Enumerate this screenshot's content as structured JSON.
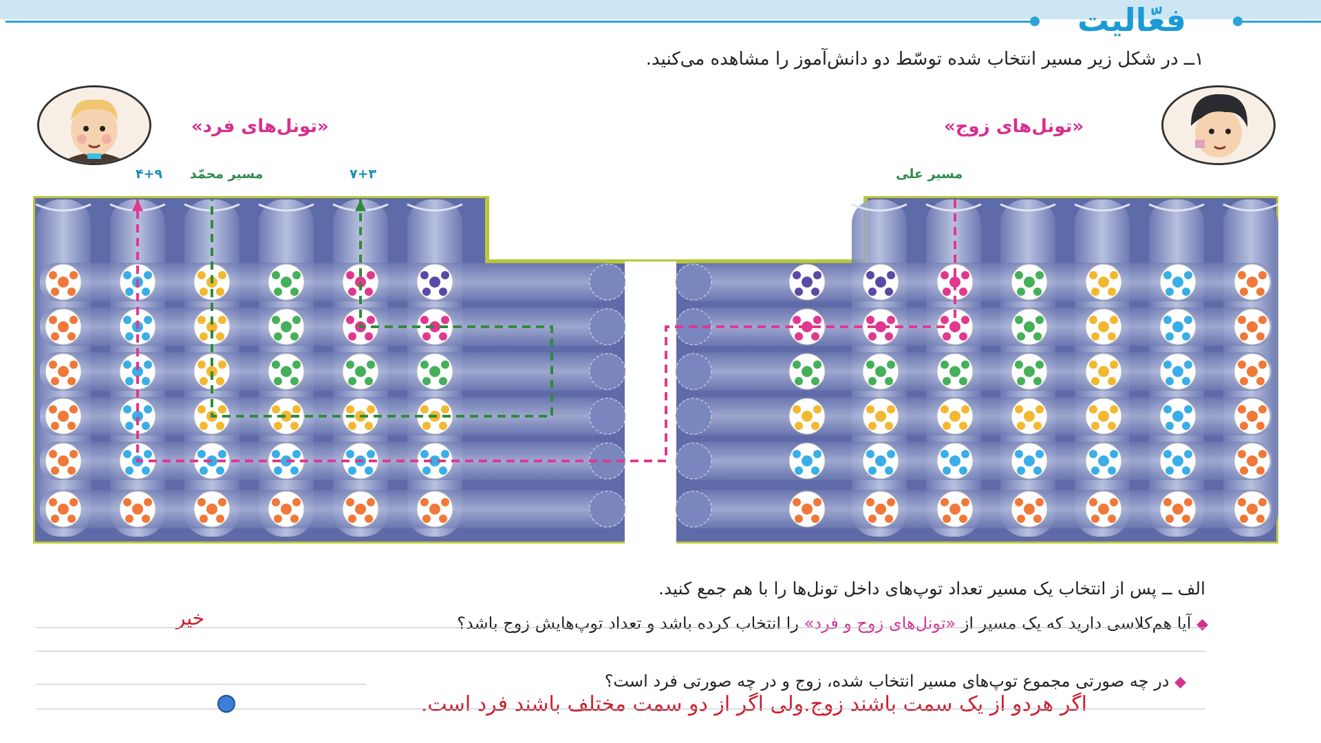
{
  "header": {
    "title": "فعّالیت"
  },
  "instruction": "۱ــ در شکل زیر مسیر انتخاب شده توسّط دو دانش‌آموز را مشاهده می‌کنید.",
  "labels": {
    "odd_tunnels": "«تونل‌های فرد»",
    "even_tunnels": "«تونل‌های زوج»",
    "route_mohammad": "مسیر محمّد",
    "route_ali": "مسیر علی",
    "sum_left": "۴+۹",
    "sum_mid": "۷+۳"
  },
  "board": {
    "left_columns": [
      6,
      5,
      4,
      3,
      2,
      1
    ],
    "right_columns": [
      2,
      3,
      4,
      5,
      6,
      7
    ],
    "ball_colors": {
      "orange": "#f07838",
      "blue": "#3aaee6",
      "yellow": "#f2b830",
      "green": "#45b05a",
      "magenta": "#e0388f",
      "purple": "#5a4aa6"
    },
    "route_colors": {
      "mohammad": "#2e8b3a",
      "ali": "#e0388f"
    }
  },
  "part_a": {
    "text": "الف ــ پس از انتخاب یک مسیر تعداد توپ‌های داخل تونل‌ها را با هم جمع کنید.",
    "q1_prefix": "آیا هم‌کلاسی دارید که یک مسیر از",
    "q1_highlight": "«تونل‌های زوج و فرد»",
    "q1_suffix": "را انتخاب کرده باشد و تعداد توپ‌هایش زوج باشد؟",
    "q1_answer": "خیر",
    "q2_text": "در چه صورتی مجموع توپ‌های مسیر انتخاب شده، زوج و در چه صورتی فرد است؟",
    "q2_answer": "اگر هردو از یک سمت باشند زوج.ولی اگر از دو سمت مختلف باشند فرد است."
  }
}
